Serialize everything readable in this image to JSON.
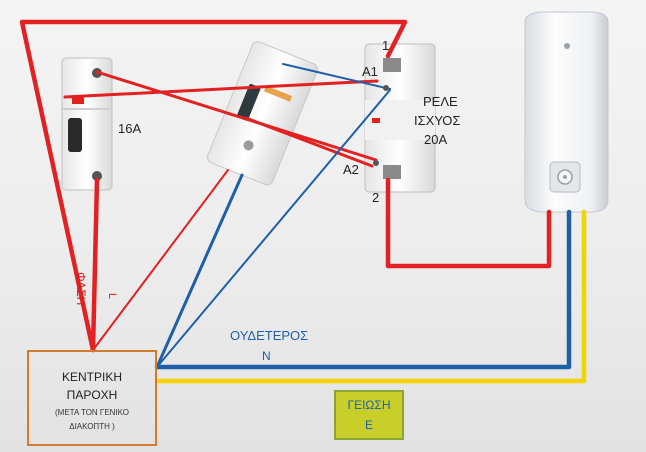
{
  "labels": {
    "breaker_rating": "16A",
    "relay_title": "ΡΕΛΕ",
    "relay_subtitle": "ΙΣΧΥΟΣ",
    "relay_rating": "20A",
    "terminal_1": "1",
    "terminal_2": "2",
    "terminal_a1": "A1",
    "terminal_a2": "A2",
    "phase_word": "ΦΑΣΗ",
    "phase_letter": "L",
    "neutral_word": "ΟΥΔΕΤΕΡΟΣ",
    "neutral_letter": "N",
    "main_supply_line1": "ΚΕΝΤΡΙΚΗ",
    "main_supply_line2": "ΠΑΡΟΧΗ",
    "main_supply_note1": "(ΜΕΤΑ ΤΟΝ ΓΕΝΙΚΟ",
    "main_supply_note2": "ΔΙΑΚΟΠΤΗ )",
    "ground_word": "ΓΕΙΩΣΗ",
    "ground_letter": "E"
  },
  "colors": {
    "phase": "#e22222",
    "neutral": "#1f5fa8",
    "ground": "#f2d400",
    "ground_box": "#c9cf2a",
    "supply_box_border": "#d27a2e"
  }
}
